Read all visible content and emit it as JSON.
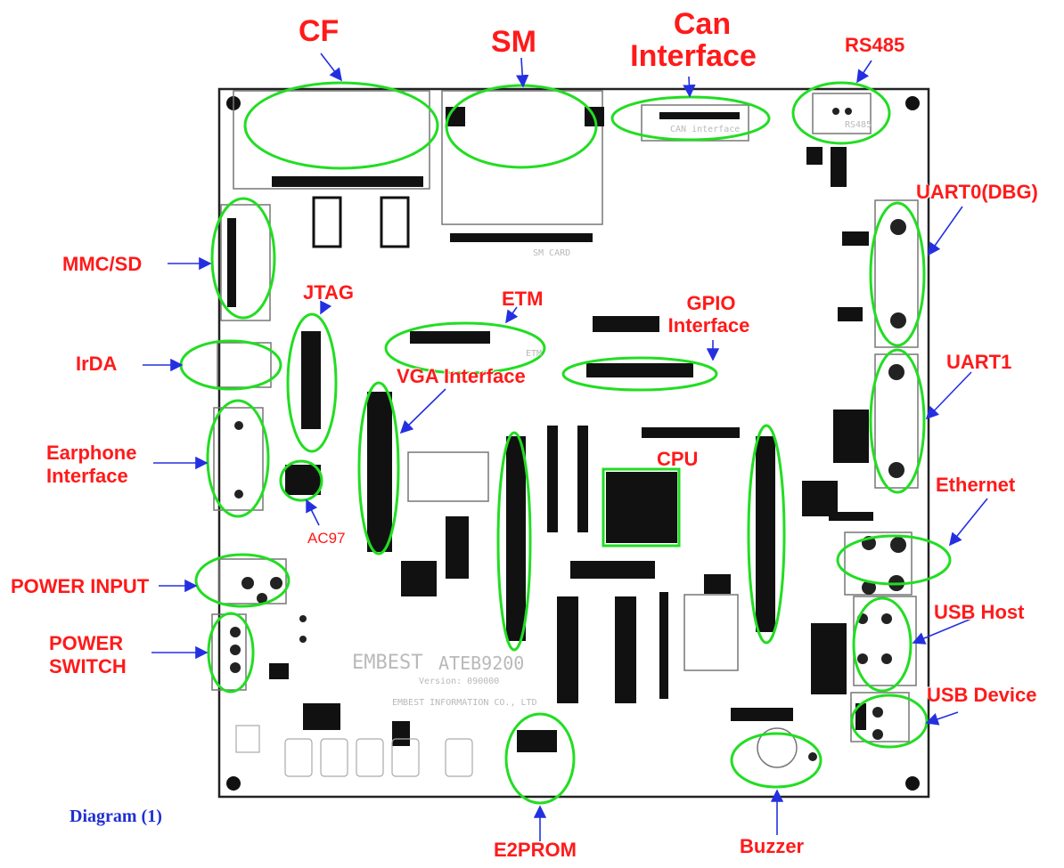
{
  "caption": "Diagram (1)",
  "board": {
    "brand": "EMBEST",
    "model": "ATEB9200",
    "version": "Version: 090000",
    "vendor": "EMBEST INFORMATION CO., LTD",
    "silk_can": "CAN interface",
    "silk_sm": "SM CARD",
    "silk_etm": "ETM",
    "silk_rs485": "RS485"
  },
  "labels": {
    "cf": "CF",
    "sm": "SM",
    "can_line1": "Can",
    "can_line2": "Interface",
    "rs485": "RS485",
    "uart0": "UART0(DBG)",
    "mmc_sd": "MMC/SD",
    "jtag": "JTAG",
    "etm": "ETM",
    "gpio_line1": "GPIO",
    "gpio_line2": "Interface",
    "irda": "IrDA",
    "vga": "VGA Interface",
    "uart1": "UART1",
    "earphone_line1": "Earphone",
    "earphone_line2": "Interface",
    "cpu": "CPU",
    "ac97": "AC97",
    "ethernet": "Ethernet",
    "power_input": "POWER INPUT",
    "power_switch_line1": "POWER",
    "power_switch_line2": "SWITCH",
    "usb_host": "USB Host",
    "usb_device": "USB Device",
    "e2prom": "E2PROM",
    "buzzer": "Buzzer"
  },
  "colors": {
    "label": "#ff1a1a",
    "highlight": "#22dd22",
    "arrow": "#2430e0",
    "board_outline": "#222222",
    "caption": "#1f2fd1"
  }
}
